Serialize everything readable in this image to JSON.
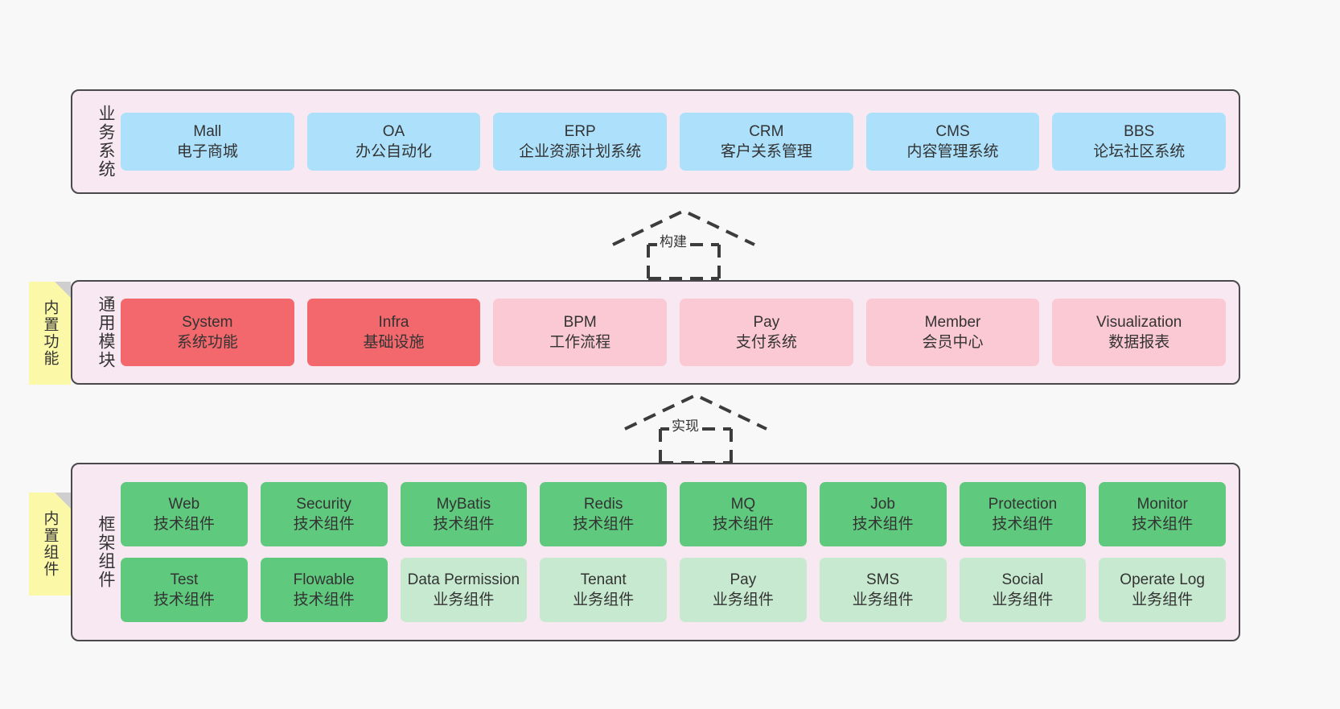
{
  "canvas": {
    "background": "#f8f8f8",
    "layer_fill": "#f8e8f2",
    "layer_border": "#4a4a4a",
    "note_fill": "#fbf9a8",
    "note_fold": "#cfcfcf"
  },
  "notes": [
    {
      "name": "builtin-functions",
      "text": "内置功能"
    },
    {
      "name": "builtin-components",
      "text": "内置组件"
    }
  ],
  "connectors": [
    {
      "name": "build",
      "label": "构建",
      "style": "dashed-hollow-triangle"
    },
    {
      "name": "implement",
      "label": "实现",
      "style": "dashed-hollow-triangle"
    }
  ],
  "layers": [
    {
      "id": "business",
      "label": "业务系统",
      "rows": [
        {
          "cells": [
            {
              "title": "Mall",
              "subtitle": "电子商城",
              "color": "#ace0fb"
            },
            {
              "title": "OA",
              "subtitle": "办公自动化",
              "color": "#ace0fb"
            },
            {
              "title": "ERP",
              "subtitle": "企业资源计划系统",
              "color": "#ace0fb"
            },
            {
              "title": "CRM",
              "subtitle": "客户关系管理",
              "color": "#ace0fb"
            },
            {
              "title": "CMS",
              "subtitle": "内容管理系统",
              "color": "#ace0fb"
            },
            {
              "title": "BBS",
              "subtitle": "论坛社区系统",
              "color": "#ace0fb"
            }
          ]
        }
      ]
    },
    {
      "id": "modules",
      "label": "通用模块",
      "rows": [
        {
          "cells": [
            {
              "title": "System",
              "subtitle": "系统功能",
              "color": "#f2686c"
            },
            {
              "title": "Infra",
              "subtitle": "基础设施",
              "color": "#f2686c"
            },
            {
              "title": "BPM",
              "subtitle": "工作流程",
              "color": "#fbc9d4"
            },
            {
              "title": "Pay",
              "subtitle": "支付系统",
              "color": "#fbc9d4"
            },
            {
              "title": "Member",
              "subtitle": "会员中心",
              "color": "#fbc9d4"
            },
            {
              "title": "Visualization",
              "subtitle": "数据报表",
              "color": "#fbc9d4"
            }
          ]
        }
      ]
    },
    {
      "id": "framework",
      "label": "框架组件",
      "rows": [
        {
          "cells": [
            {
              "title": "Web",
              "subtitle": "技术组件",
              "color": "#5fc97e"
            },
            {
              "title": "Security",
              "subtitle": "技术组件",
              "color": "#5fc97e"
            },
            {
              "title": "MyBatis",
              "subtitle": "技术组件",
              "color": "#5fc97e"
            },
            {
              "title": "Redis",
              "subtitle": "技术组件",
              "color": "#5fc97e"
            },
            {
              "title": "MQ",
              "subtitle": "技术组件",
              "color": "#5fc97e"
            },
            {
              "title": "Job",
              "subtitle": "技术组件",
              "color": "#5fc97e"
            },
            {
              "title": "Protection",
              "subtitle": "技术组件",
              "color": "#5fc97e"
            },
            {
              "title": "Monitor",
              "subtitle": "技术组件",
              "color": "#5fc97e"
            }
          ]
        },
        {
          "cells": [
            {
              "title": "Test",
              "subtitle": "技术组件",
              "color": "#5fc97e"
            },
            {
              "title": "Flowable",
              "subtitle": "技术组件",
              "color": "#5fc97e"
            },
            {
              "title": "Data Permission",
              "subtitle": "业务组件",
              "color": "#c7e9cf"
            },
            {
              "title": "Tenant",
              "subtitle": "业务组件",
              "color": "#c7e9cf"
            },
            {
              "title": "Pay",
              "subtitle": "业务组件",
              "color": "#c7e9cf"
            },
            {
              "title": "SMS",
              "subtitle": "业务组件",
              "color": "#c7e9cf"
            },
            {
              "title": "Social",
              "subtitle": "业务组件",
              "color": "#c7e9cf"
            },
            {
              "title": "Operate Log",
              "subtitle": "业务组件",
              "color": "#c7e9cf"
            }
          ]
        }
      ]
    }
  ]
}
